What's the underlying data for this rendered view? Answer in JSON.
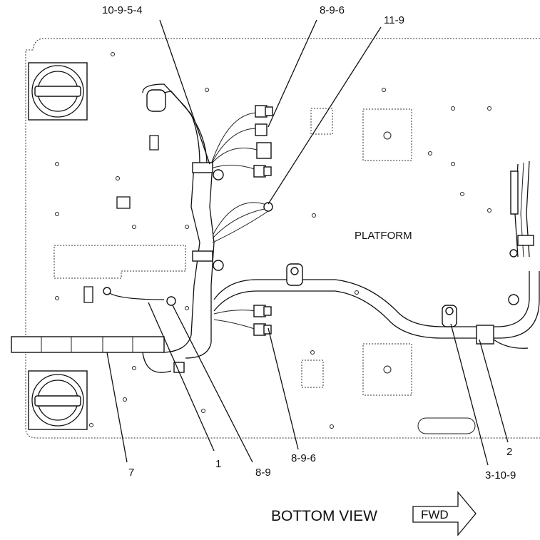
{
  "callouts": {
    "c_10_9_5_4": "10-9-5-4",
    "c_8_9_6_top": "8-9-6",
    "c_11_9": "11-9",
    "c_7": "7",
    "c_1": "1",
    "c_8_9": "8-9",
    "c_8_9_6_bottom": "8-9-6",
    "c_2": "2",
    "c_3_10_9": "3-10-9"
  },
  "platform_label": "PLATFORM",
  "view_label": "BOTTOM VIEW",
  "direction_label": "FWD"
}
